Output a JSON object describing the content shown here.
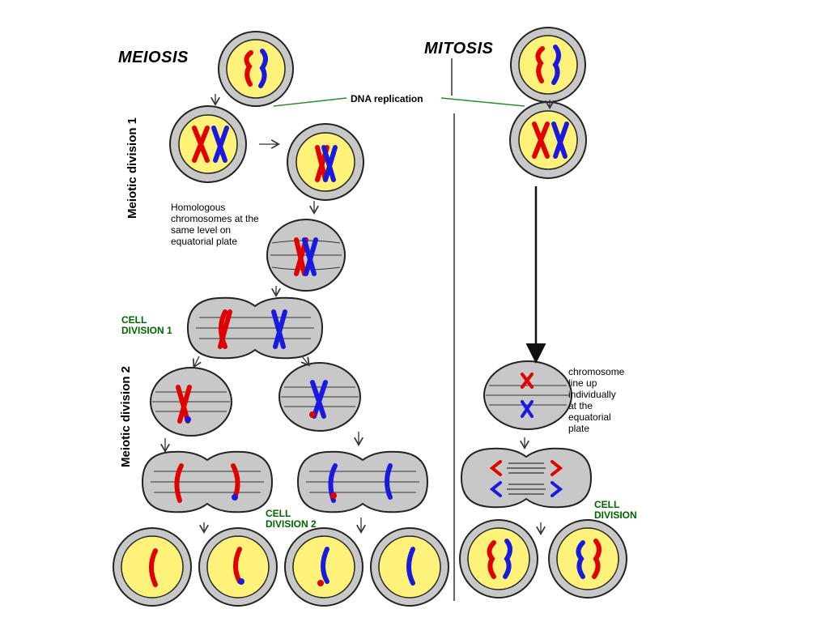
{
  "headings": {
    "meiosis": "MEIOSIS",
    "mitosis": "MITOSIS",
    "dna_replication": "DNA replication",
    "meiotic_division_1": "Meiotic division 1",
    "meiotic_division_2": "Meiotic division 2"
  },
  "annotations": {
    "homologous": "Homologous\nchromosomes at the\nsame level on\nequatorial plate",
    "cell_division_1": "CELL\nDIVISION 1",
    "cell_division_2": "CELL\nDIVISION 2",
    "cell_division": "CELL\nDIVISION",
    "chromosome_line_up": "chromosome\n line up\n individually\nat the\nequatorial\nplate"
  },
  "colors": {
    "maternal_chromosome": "#e00000",
    "paternal_chromosome": "#1a1adf",
    "nucleus_fill": "#fff27a",
    "cell_fill": "#c8c8c8",
    "cell_outline": "#222222",
    "label_green": "#006400",
    "connector_green": "#2e8b2e"
  }
}
